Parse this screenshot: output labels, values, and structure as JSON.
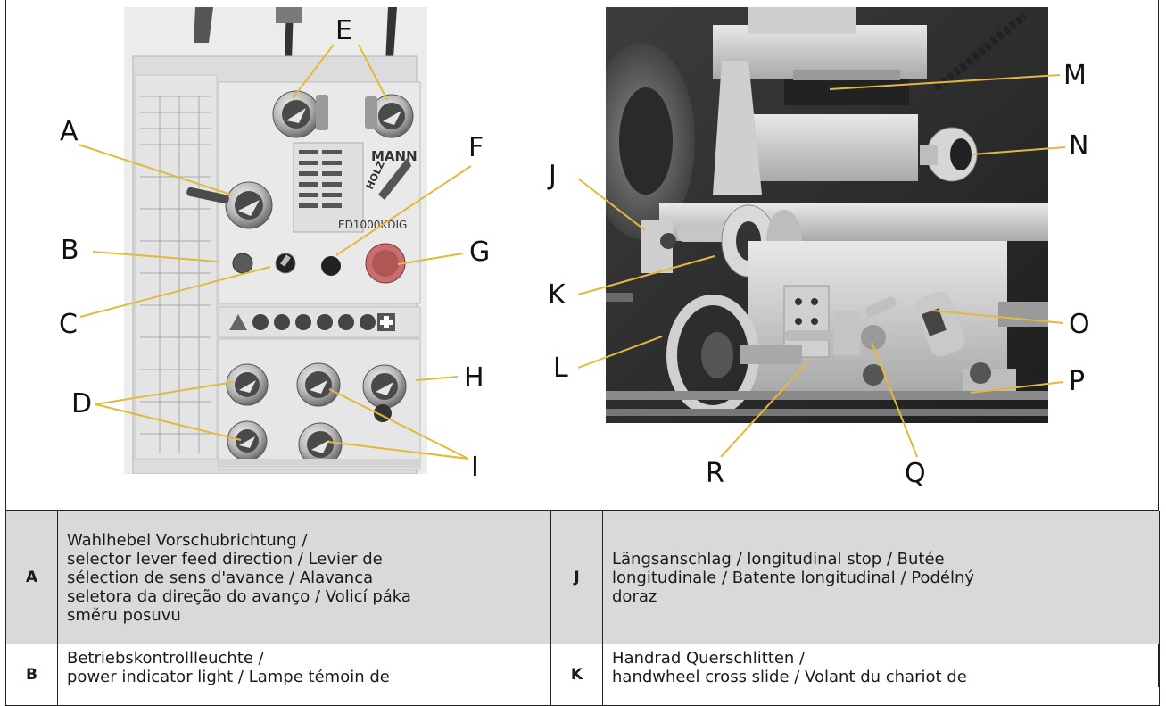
{
  "callouts": {
    "A": "A",
    "B": "B",
    "C": "C",
    "D": "D",
    "E": "E",
    "F": "F",
    "G": "G",
    "H": "H",
    "I": "I",
    "J": "J",
    "K": "K",
    "L": "L",
    "M": "M",
    "N": "N",
    "O": "O",
    "P": "P",
    "Q": "Q",
    "R": "R"
  },
  "panel": {
    "brand_top": "MANN",
    "brand_side": "HOLZ",
    "model": "ED1000KDIG"
  },
  "legend": {
    "rows": [
      {
        "left_key": "A",
        "left_lines": [
          "Wahlhebel Vorschubrichtung /",
          "selector lever feed direction / Levier de",
          "sélection de sens d'avance / Alavanca",
          "seletora da direção do avanço / Volicí páka",
          "směru posuvu"
        ],
        "right_key": "J",
        "right_lines": [
          "Längsanschlag / longitudinal stop / Butée",
          "longitudinale / Batente longitudinal / Podélný",
          "doraz"
        ]
      },
      {
        "left_key": "B",
        "left_lines": [
          "Betriebskontrollleuchte /",
          "power indicator light / Lampe témoin de"
        ],
        "right_key": "K",
        "right_lines": [
          "Handrad Querschlitten /",
          "handwheel cross slide / Volant du chariot de"
        ]
      }
    ]
  },
  "colors": {
    "callout_line": "#e2b93b",
    "table_shade": "#d9d9d9"
  }
}
